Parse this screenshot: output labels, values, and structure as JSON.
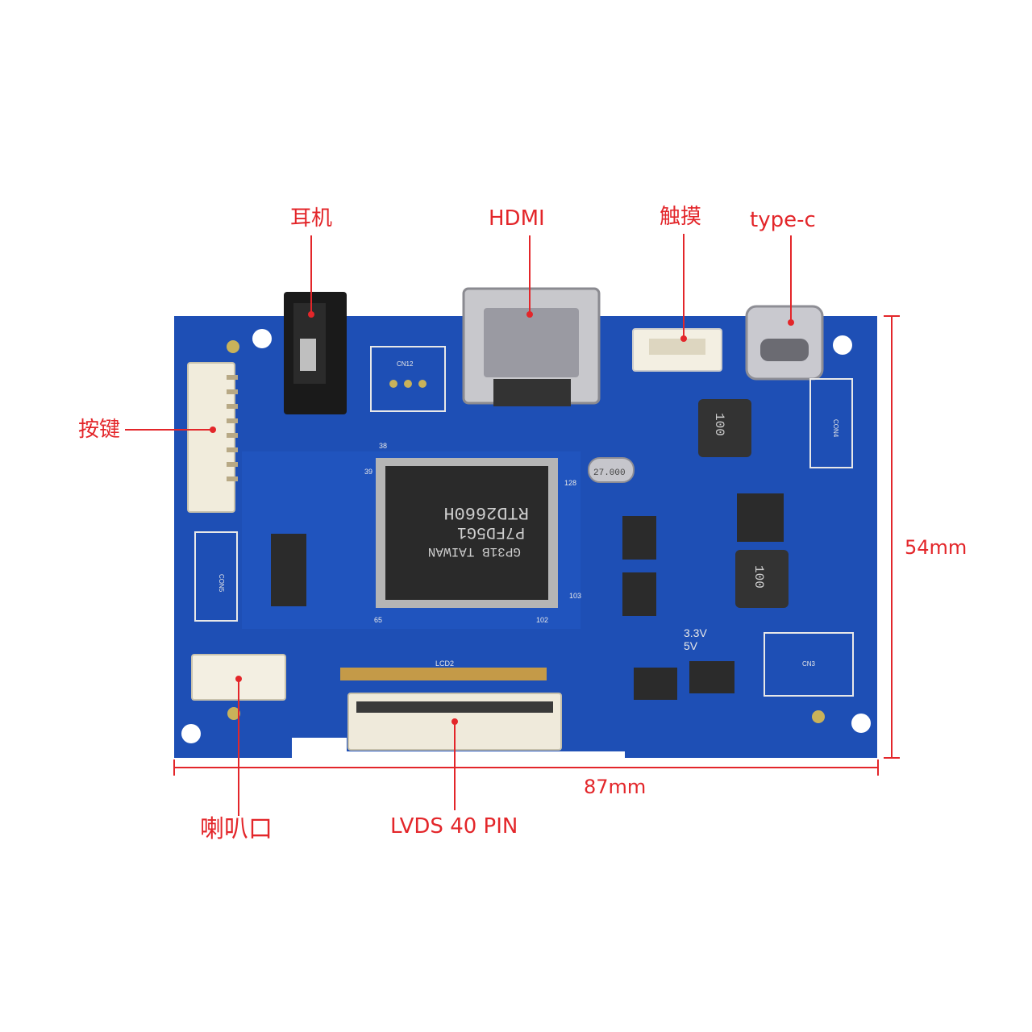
{
  "labels": {
    "headphone": "耳机",
    "hdmi": "HDMI",
    "touch": "触摸",
    "typec": "type-c",
    "keys": "按键",
    "speaker": "喇叭口",
    "lvds": "LVDS 40 PIN",
    "width": "87mm",
    "height": "54mm"
  },
  "board_text": {
    "chip_line1": "RTD2660H",
    "chip_line2": "P7FD5G1",
    "chip_line3": "GP31B TAIWAN",
    "crystal": "27.000",
    "inductor1": "100",
    "inductor2": "100",
    "volt1": "3.3V",
    "volt2": "5V",
    "lcd": "LCD2",
    "cn3": "CN3",
    "pin128": "128",
    "pin103": "103",
    "pin102": "102",
    "pin65": "65",
    "pin39": "39",
    "pin38": "38",
    "cn5": "CON5",
    "cn4": "CON4",
    "cn12": "CN12"
  },
  "colors": {
    "annotation": "#e3262a",
    "pcb": "#1f4fb8",
    "pcb_dark": "#163f99"
  }
}
